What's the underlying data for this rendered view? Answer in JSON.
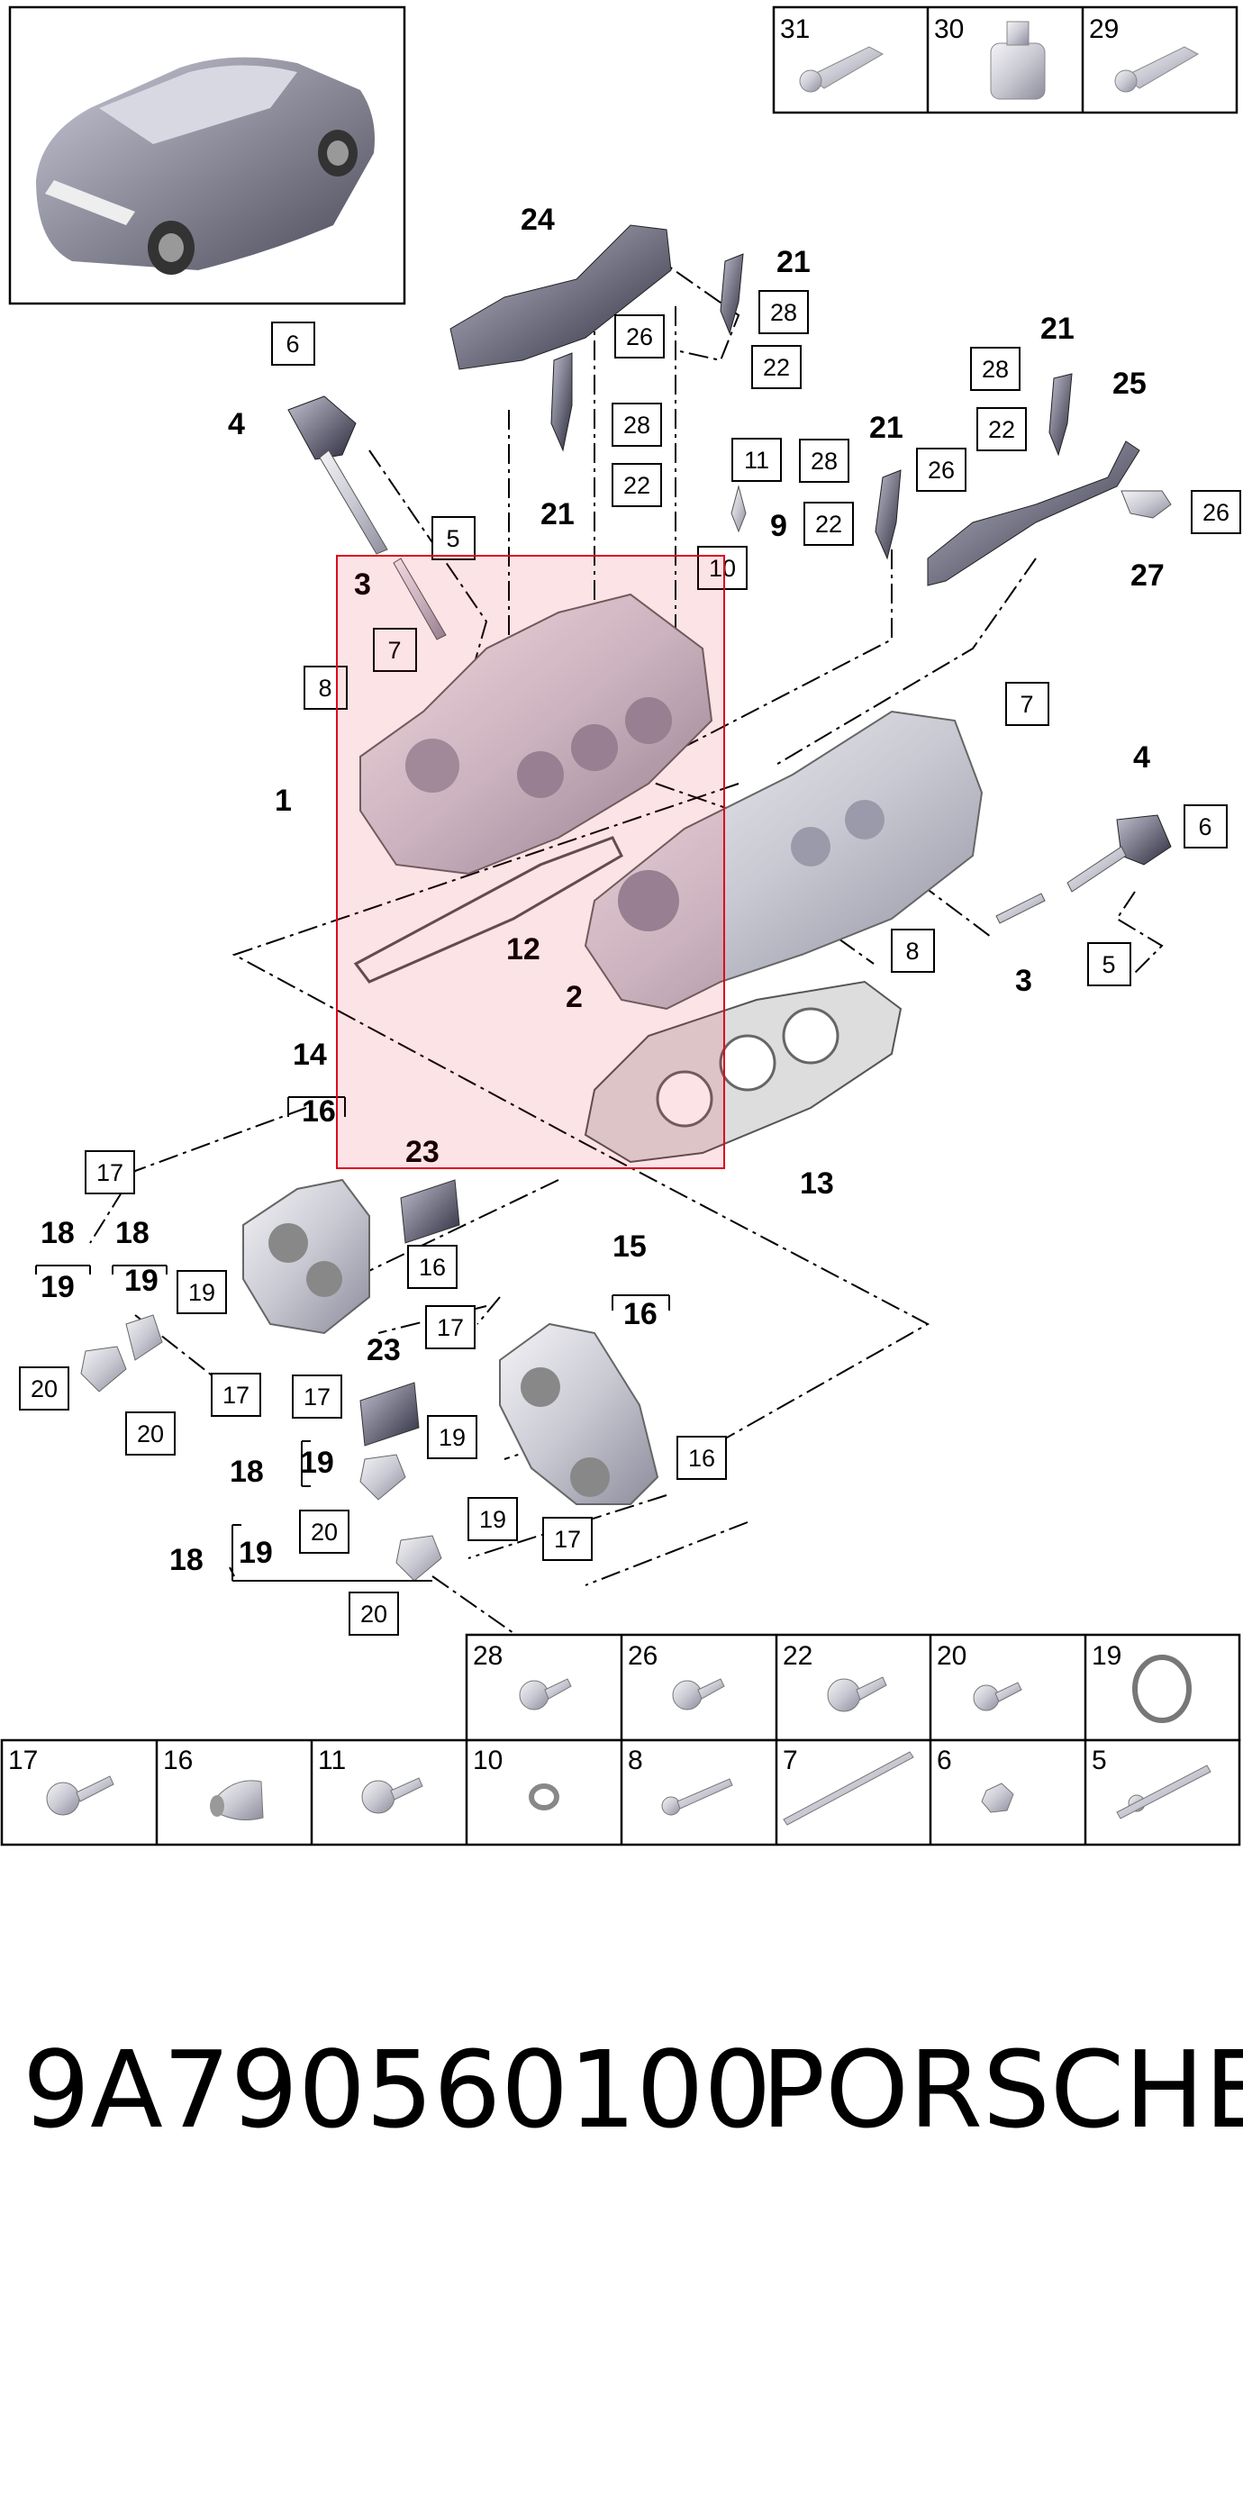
{
  "caption": {
    "part_number": "9A790560100",
    "brand": "PORSCHE"
  },
  "highlight_color": "#e0001b",
  "callouts_bold": [
    {
      "id": "c24",
      "label": "24"
    },
    {
      "id": "c21a",
      "label": "21"
    },
    {
      "id": "c21b",
      "label": "21"
    },
    {
      "id": "c21c",
      "label": "21"
    },
    {
      "id": "c21d",
      "label": "21"
    },
    {
      "id": "c25",
      "label": "25"
    },
    {
      "id": "c4a",
      "label": "4"
    },
    {
      "id": "c4b",
      "label": "4"
    },
    {
      "id": "c9",
      "label": "9"
    },
    {
      "id": "c27",
      "label": "27"
    },
    {
      "id": "c3a",
      "label": "3"
    },
    {
      "id": "c3b",
      "label": "3"
    },
    {
      "id": "c1",
      "label": "1"
    },
    {
      "id": "c12",
      "label": "12"
    },
    {
      "id": "c2",
      "label": "2"
    },
    {
      "id": "c13",
      "label": "13"
    },
    {
      "id": "c14",
      "label": "14"
    },
    {
      "id": "c16a",
      "label": "16"
    },
    {
      "id": "c23a",
      "label": "23"
    },
    {
      "id": "c23b",
      "label": "23"
    },
    {
      "id": "c18a",
      "label": "18"
    },
    {
      "id": "c19a",
      "label": "19"
    },
    {
      "id": "c18b",
      "label": "18"
    },
    {
      "id": "c19b",
      "label": "19"
    },
    {
      "id": "c15",
      "label": "15"
    },
    {
      "id": "c16b",
      "label": "16"
    },
    {
      "id": "c18c",
      "label": "18"
    },
    {
      "id": "c19c",
      "label": "19"
    },
    {
      "id": "c18d",
      "label": "18"
    },
    {
      "id": "c19d",
      "label": "19"
    }
  ],
  "callouts_boxed": [
    {
      "id": "b6a",
      "label": "6"
    },
    {
      "id": "b26a",
      "label": "26"
    },
    {
      "id": "b28a",
      "label": "28"
    },
    {
      "id": "b22a",
      "label": "22"
    },
    {
      "id": "b28b",
      "label": "28"
    },
    {
      "id": "b22b",
      "label": "22"
    },
    {
      "id": "b28c",
      "label": "28"
    },
    {
      "id": "b22c",
      "label": "22"
    },
    {
      "id": "b26b",
      "label": "26"
    },
    {
      "id": "b28d",
      "label": "28"
    },
    {
      "id": "b22d",
      "label": "22"
    },
    {
      "id": "b11",
      "label": "11"
    },
    {
      "id": "b26c",
      "label": "26"
    },
    {
      "id": "b5a",
      "label": "5"
    },
    {
      "id": "b10",
      "label": "10"
    },
    {
      "id": "b7a",
      "label": "7"
    },
    {
      "id": "b8a",
      "label": "8"
    },
    {
      "id": "b7b",
      "label": "7"
    },
    {
      "id": "b6b",
      "label": "6"
    },
    {
      "id": "b8b",
      "label": "8"
    },
    {
      "id": "b5b",
      "label": "5"
    },
    {
      "id": "b17a",
      "label": "17"
    },
    {
      "id": "b19a",
      "label": "19"
    },
    {
      "id": "b16a",
      "label": "16"
    },
    {
      "id": "b20a",
      "label": "20"
    },
    {
      "id": "b17b",
      "label": "17"
    },
    {
      "id": "b17c",
      "label": "17"
    },
    {
      "id": "b20b",
      "label": "20"
    },
    {
      "id": "b17d",
      "label": "17"
    },
    {
      "id": "b19b",
      "label": "19"
    },
    {
      "id": "b20c",
      "label": "20"
    },
    {
      "id": "b19c",
      "label": "19"
    },
    {
      "id": "b17e",
      "label": "17"
    },
    {
      "id": "b16b",
      "label": "16"
    },
    {
      "id": "b20d",
      "label": "20"
    }
  ],
  "top_parts_table": [
    {
      "label": "31",
      "icon": "tube-icon"
    },
    {
      "label": "30",
      "icon": "bottle-icon"
    },
    {
      "label": "29",
      "icon": "tube-icon"
    }
  ],
  "parts_table_row1": [
    {
      "label": "28",
      "icon": "bolt-icon"
    },
    {
      "label": "26",
      "icon": "bolt-icon"
    },
    {
      "label": "22",
      "icon": "bolt-icon"
    },
    {
      "label": "20",
      "icon": "bolt-icon"
    },
    {
      "label": "19",
      "icon": "seal-ring-icon"
    }
  ],
  "parts_table_row2": [
    {
      "label": "17",
      "icon": "bolt-icon"
    },
    {
      "label": "16",
      "icon": "sleeve-icon"
    },
    {
      "label": "11",
      "icon": "bolt-icon"
    },
    {
      "label": "10",
      "icon": "washer-icon"
    },
    {
      "label": "8",
      "icon": "long-bolt-icon"
    },
    {
      "label": "7",
      "icon": "stud-icon"
    },
    {
      "label": "6",
      "icon": "nut-icon"
    },
    {
      "label": "5",
      "icon": "stud-icon"
    }
  ]
}
